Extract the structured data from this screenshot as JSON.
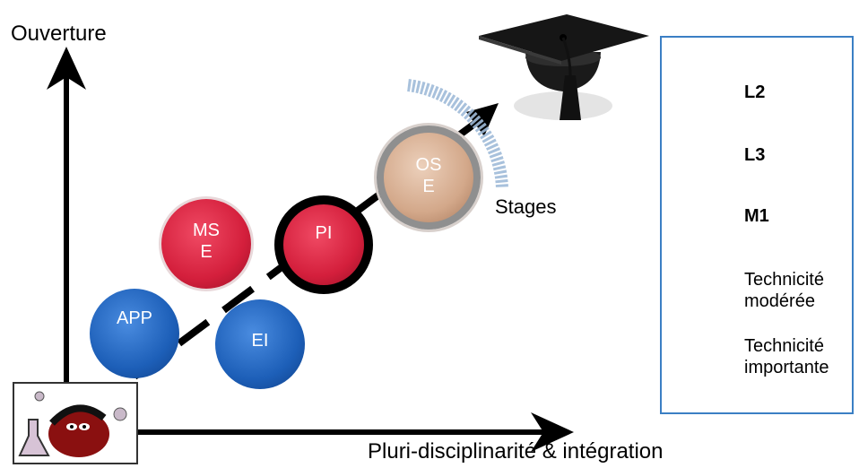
{
  "axes": {
    "y_label": "Ouverture",
    "x_label": "Pluri-disciplinarité & intégration"
  },
  "nodes": [
    {
      "id": "app",
      "label": "APP",
      "level": "L2",
      "technicity": "modérée"
    },
    {
      "id": "ms",
      "label_line1": "MS",
      "label_line2": "E",
      "level": "L3",
      "technicity": "modérée"
    },
    {
      "id": "ei",
      "label": "EI",
      "level": "L2",
      "technicity": "modérée"
    },
    {
      "id": "pi",
      "label": "PI",
      "level": "L3",
      "technicity": "importante"
    },
    {
      "id": "os",
      "label_line1": "OS",
      "label_line2": "E",
      "level": "M1",
      "technicity": "modérée"
    }
  ],
  "stages_label": "Stages",
  "legend": {
    "levels": [
      {
        "label": "L2",
        "color": "#1d5fb8"
      },
      {
        "label": "L3",
        "color": "#d41f3c"
      },
      {
        "label": "M1",
        "color": "#c99a7e"
      }
    ],
    "technicity": [
      {
        "line1": "Technicité",
        "line2": "modérée",
        "style": "thin"
      },
      {
        "line1": "Technicité",
        "line2": "importante",
        "style": "thick"
      }
    ]
  },
  "colors": {
    "l2": "#1d5fb8",
    "l3": "#d41f3c",
    "m1": "#c99a7e",
    "legend_border": "#3b7fc4",
    "arc": "#9fbad8"
  },
  "icons": {
    "graduation": "graduation-cap-icon",
    "mascot": "mascot-lab-icon"
  }
}
